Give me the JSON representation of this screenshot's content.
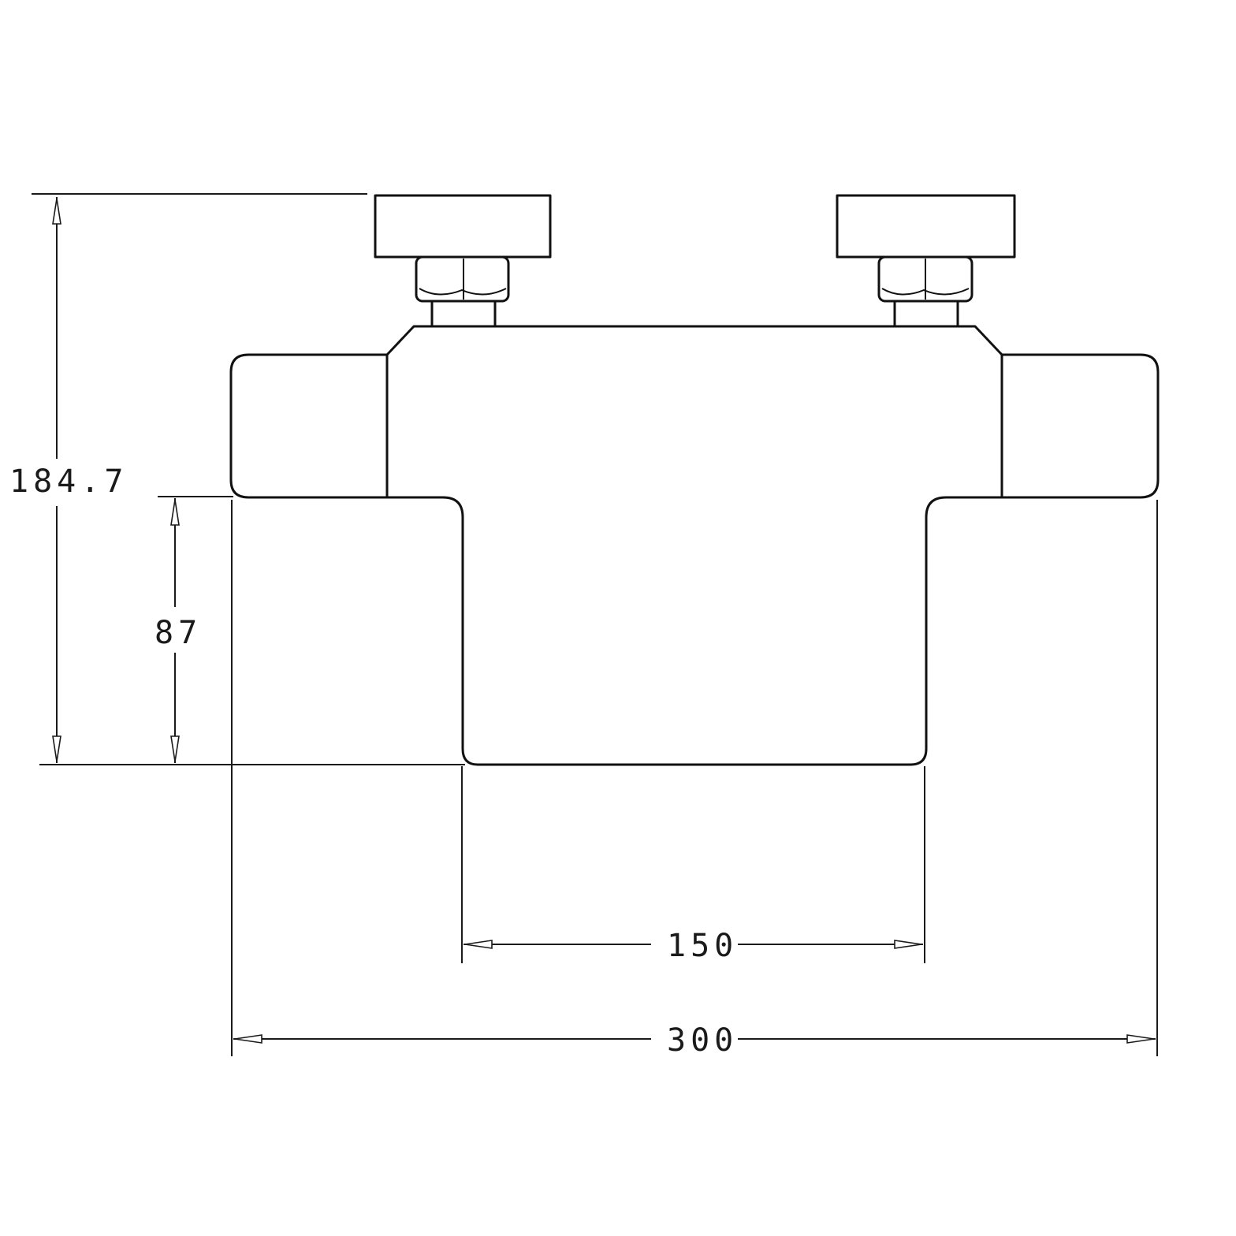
{
  "drawing": {
    "subject": "thermostatic-bar-mixer-front-elevation",
    "line_color": "#111111",
    "background": "#ffffff"
  },
  "dimensions": {
    "total_height": "184.7",
    "body_height": "87",
    "leg_spacing": "150",
    "overall_width": "300"
  }
}
